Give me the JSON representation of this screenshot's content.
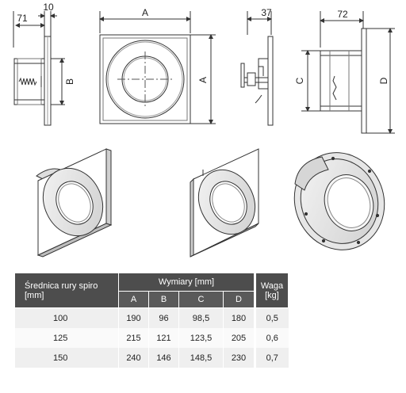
{
  "drawing_labels": {
    "side_flange_width": "71",
    "side_flange_thickness": "10",
    "side_b": "B",
    "front_a_top": "A",
    "front_a_right": "A",
    "mount_depth": "37",
    "ring_depth": "72",
    "ring_c": "C",
    "ring_d": "D"
  },
  "table": {
    "head_diameter_line1": "Średnica rury spiro",
    "head_diameter_line2": "[mm]",
    "head_dimensions": "Wymiary [mm]",
    "head_weight_line1": "Waga",
    "head_weight_line2": "[kg]",
    "col_a": "A",
    "col_b": "B",
    "col_c": "C",
    "col_d": "D",
    "rows": [
      {
        "diameter": "100",
        "a": "190",
        "b": "96",
        "c": "98,5",
        "d": "180",
        "weight": "0,5"
      },
      {
        "diameter": "125",
        "a": "215",
        "b": "121",
        "c": "123,5",
        "d": "205",
        "weight": "0,6"
      },
      {
        "diameter": "150",
        "a": "240",
        "b": "146",
        "c": "148,5",
        "d": "230",
        "weight": "0,7"
      }
    ]
  }
}
